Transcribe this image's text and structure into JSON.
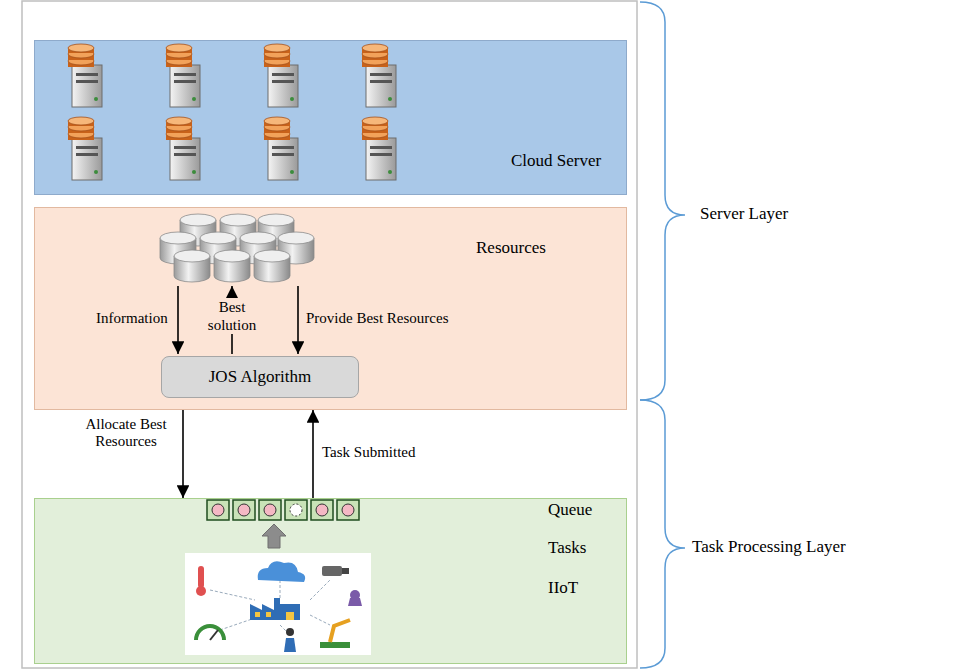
{
  "diagram": {
    "nodes": [
      {
        "text": [
          "Cloud Server"
        ]
      },
      {
        "text": [
          "Resources"
        ]
      },
      {
        "text": [
          "JOS Algorithm"
        ],
        "in": 1
      },
      {
        "text": [
          "Queue",
          "Tasks",
          "IIoT"
        ]
      }
    ],
    "edges": [
      {
        "from": 1,
        "to": 3,
        "arrow": "to",
        "label": "Allocate Best Resources"
      },
      {
        "from": 3,
        "to": 1,
        "arrow": "to",
        "label": "Task Submitted"
      }
    ],
    "labels": [
      "Information",
      "Best solution",
      "Provide Best Resources",
      "Server Layer",
      "Task Processing Layer"
    ]
  }
}
